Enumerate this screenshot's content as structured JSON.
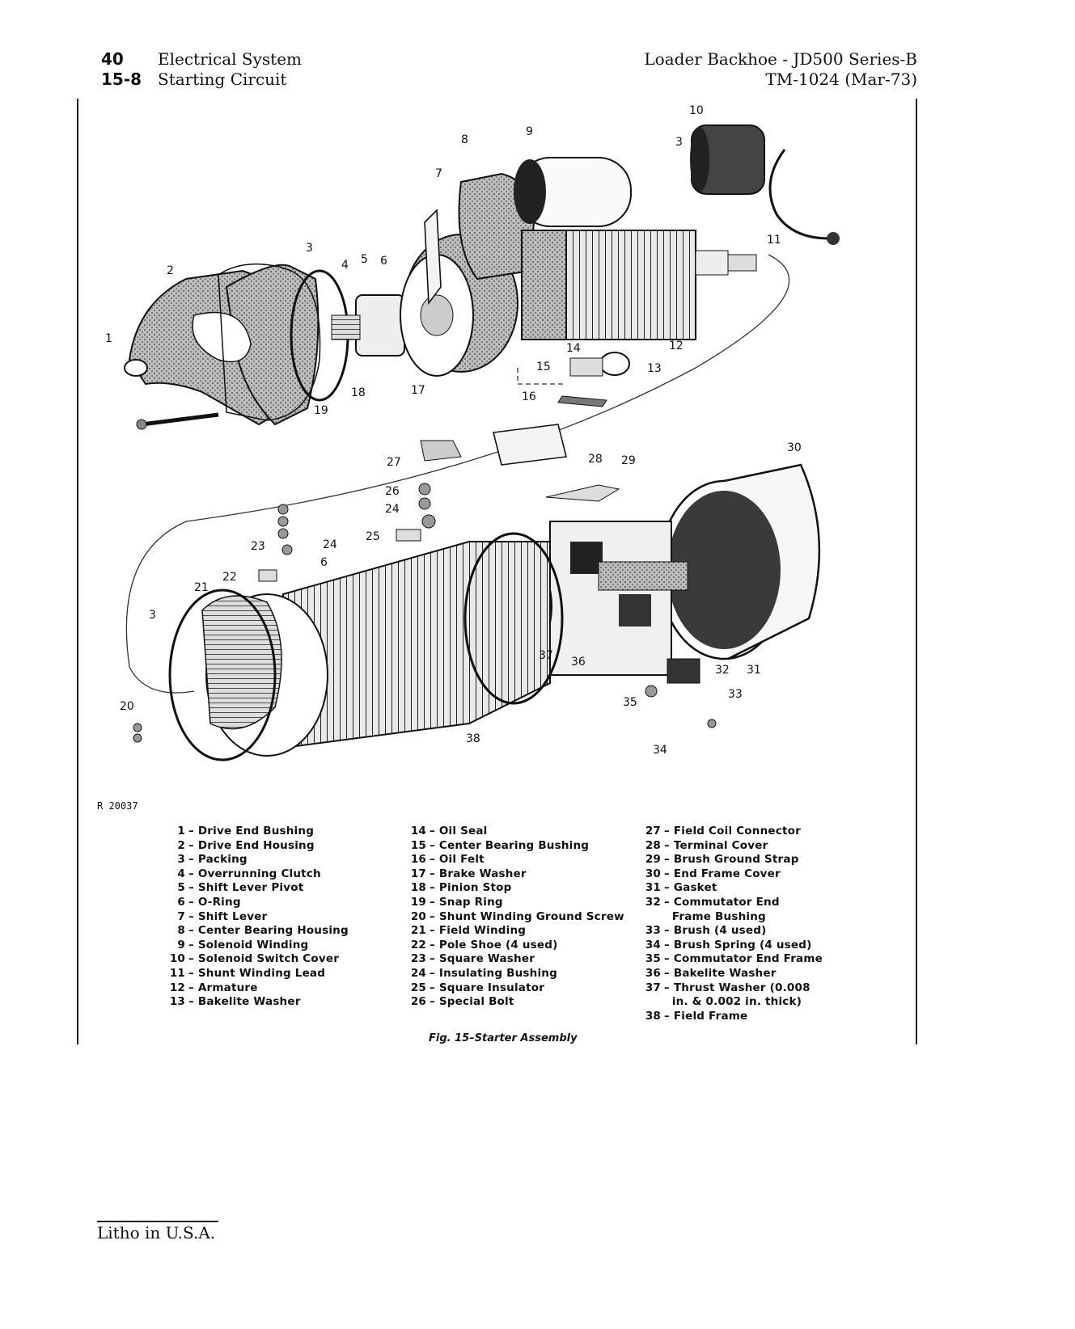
{
  "header": {
    "page_number": "40",
    "section_number": "15-8",
    "title": "Electrical System",
    "subtitle": "Starting Circuit",
    "publication": "Loader Backhoe - JD500 Series-B",
    "manual": "TM-1024 (Mar-73)"
  },
  "figure": {
    "image_id": "R 20037",
    "caption": "Fig. 15–Starter Assembly",
    "callouts": [
      "1",
      "2",
      "3",
      "3",
      "3",
      "4",
      "5",
      "6",
      "6",
      "7",
      "8",
      "9",
      "10",
      "11",
      "12",
      "13",
      "14",
      "15",
      "16",
      "17",
      "18",
      "19",
      "20",
      "21",
      "22",
      "23",
      "24",
      "24",
      "25",
      "26",
      "27",
      "28",
      "29",
      "30",
      "31",
      "32",
      "33",
      "34",
      "35",
      "36",
      "37",
      "38"
    ]
  },
  "legend": {
    "col1": [
      {
        "n": "1",
        "t": "Drive End Bushing"
      },
      {
        "n": "2",
        "t": "Drive End Housing"
      },
      {
        "n": "3",
        "t": "Packing"
      },
      {
        "n": "4",
        "t": "Overrunning Clutch"
      },
      {
        "n": "5",
        "t": "Shift Lever Pivot"
      },
      {
        "n": "6",
        "t": "O-Ring"
      },
      {
        "n": "7",
        "t": "Shift Lever"
      },
      {
        "n": "8",
        "t": "Center Bearing Housing"
      },
      {
        "n": "9",
        "t": "Solenoid Winding"
      },
      {
        "n": "10",
        "t": "Solenoid Switch Cover"
      },
      {
        "n": "11",
        "t": "Shunt Winding Lead"
      },
      {
        "n": "12",
        "t": "Armature"
      },
      {
        "n": "13",
        "t": "Bakelite Washer"
      }
    ],
    "col2": [
      {
        "n": "14",
        "t": "Oil Seal"
      },
      {
        "n": "15",
        "t": "Center Bearing Bushing"
      },
      {
        "n": "16",
        "t": "Oil Felt"
      },
      {
        "n": "17",
        "t": "Brake Washer"
      },
      {
        "n": "18",
        "t": "Pinion Stop"
      },
      {
        "n": "19",
        "t": "Snap Ring"
      },
      {
        "n": "20",
        "t": "Shunt Winding Ground Screw"
      },
      {
        "n": "21",
        "t": "Field Winding"
      },
      {
        "n": "22",
        "t": "Pole Shoe (4 used)"
      },
      {
        "n": "23",
        "t": "Square Washer"
      },
      {
        "n": "24",
        "t": "Insulating Bushing"
      },
      {
        "n": "25",
        "t": "Square Insulator"
      },
      {
        "n": "26",
        "t": "Special Bolt"
      }
    ],
    "col3": [
      {
        "n": "27",
        "t": "Field Coil Connector"
      },
      {
        "n": "28",
        "t": "Terminal Cover"
      },
      {
        "n": "29",
        "t": "Brush Ground Strap"
      },
      {
        "n": "30",
        "t": "End Frame Cover"
      },
      {
        "n": "31",
        "t": "Gasket"
      },
      {
        "n": "32",
        "t": "Commutator End"
      },
      {
        "n": "",
        "t": "Frame Bushing"
      },
      {
        "n": "33",
        "t": "Brush (4 used)"
      },
      {
        "n": "34",
        "t": "Brush Spring (4 used)"
      },
      {
        "n": "35",
        "t": "Commutator End Frame"
      },
      {
        "n": "36",
        "t": "Bakelite Washer"
      },
      {
        "n": "37",
        "t": "Thrust Washer (0.008"
      },
      {
        "n": "",
        "t": "in. & 0.002 in. thick)"
      },
      {
        "n": "38",
        "t": "Field Frame"
      }
    ]
  },
  "footer": {
    "imprint": "Litho in U.S.A."
  }
}
